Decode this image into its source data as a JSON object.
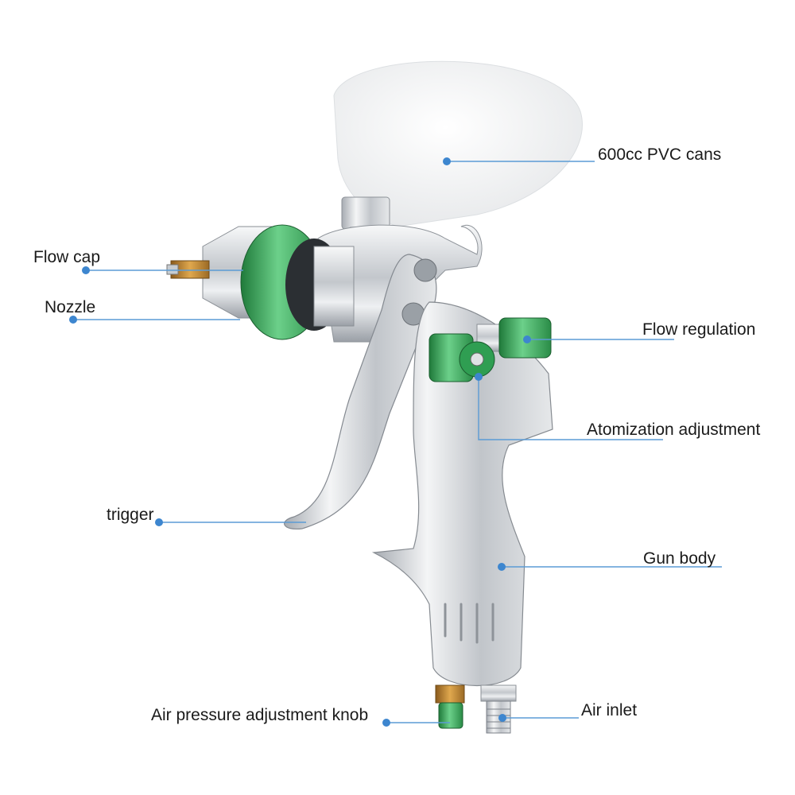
{
  "colors": {
    "leader_line": "#5b9bd5",
    "leader_dot": "#3d86cf",
    "accent_green": "#3fa85a",
    "chrome": "#c9ccd0",
    "cup": "#f4f4f4"
  },
  "labels": {
    "cup": "600cc PVC cans",
    "flow_cap": "Flow cap",
    "nozzle": "Nozzle",
    "flow_regulation": "Flow regulation",
    "atomization": "Atomization adjustment",
    "trigger": "trigger",
    "gun_body": "Gun body",
    "air_pressure_knob": "Air pressure adjustment knob",
    "air_inlet": "Air inlet"
  },
  "icons": {
    "product": "spray-gun-icon"
  }
}
